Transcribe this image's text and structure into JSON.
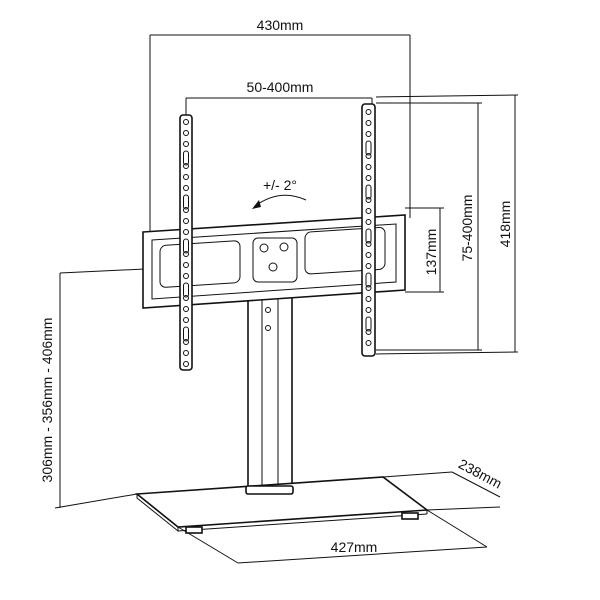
{
  "title": "TV stand dimension diagram",
  "dimensions": {
    "mount_width": "430mm",
    "vesa_horizontal": "50-400mm",
    "tilt": "+/- 2°",
    "bracket_height": "137mm",
    "vesa_vertical": "75-400mm",
    "rail_height": "418mm",
    "adjustable_height": "306mm - 356mm - 406mm",
    "base_depth": "238mm",
    "base_width": "427mm"
  },
  "colors": {
    "line": "#111111",
    "background": "#ffffff"
  }
}
